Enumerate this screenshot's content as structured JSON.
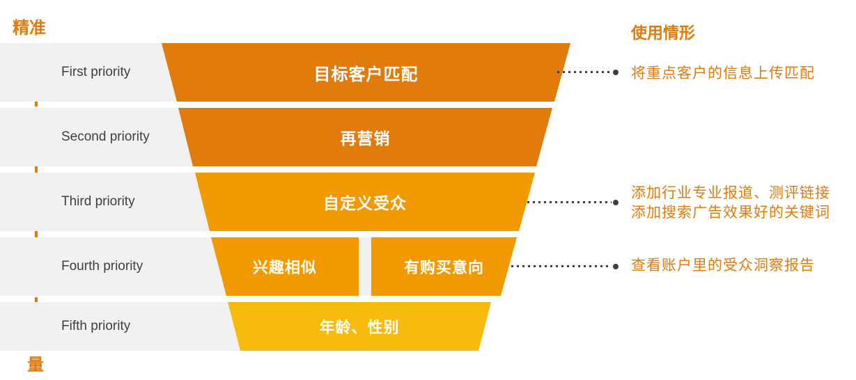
{
  "axis": {
    "top_label": "精准",
    "bottom_label": "量"
  },
  "right_header": "使用情形",
  "funnel": {
    "rows": [
      {
        "priority": "First priority",
        "blocks": [
          "目标客户匹配"
        ],
        "annotations": [
          "将重点客户的信息上传匹配"
        ]
      },
      {
        "priority": "Second priority",
        "blocks": [
          "再营销"
        ],
        "annotations": []
      },
      {
        "priority": "Third priority",
        "blocks": [
          "自定义受众"
        ],
        "annotations": [
          "添加行业专业报道、测评链接",
          "添加搜索广告效果好的关键词"
        ]
      },
      {
        "priority": "Fourth priority",
        "blocks": [
          "兴趣相似",
          "有购买意向"
        ],
        "annotations": [
          "查看账户里的受众洞察报告"
        ]
      },
      {
        "priority": "Fifth priority",
        "blocks": [
          "年龄、性别"
        ],
        "annotations": []
      }
    ]
  },
  "colors": {
    "orange_dark": "#E07B0C",
    "orange_mid": "#F29900",
    "yellow": "#F7BB0E",
    "band_gray": "#F1F1F1",
    "label_gray": "#3C4043",
    "leader_gray": "#3C4043",
    "text_white": "#FFFFFF"
  }
}
